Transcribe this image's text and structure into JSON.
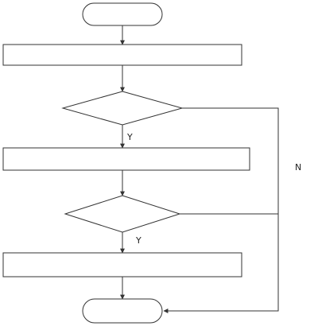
{
  "flowchart": {
    "nodes": [
      {
        "id": "start",
        "shape": "terminal",
        "label": ""
      },
      {
        "id": "step1",
        "shape": "process",
        "label": ""
      },
      {
        "id": "decision1",
        "shape": "decision",
        "label": ""
      },
      {
        "id": "step2",
        "shape": "process",
        "label": ""
      },
      {
        "id": "decision2",
        "shape": "decision",
        "label": ""
      },
      {
        "id": "step3",
        "shape": "process",
        "label": ""
      },
      {
        "id": "end",
        "shape": "terminal",
        "label": ""
      }
    ],
    "edges": [
      {
        "from": "start",
        "to": "step1",
        "label": ""
      },
      {
        "from": "step1",
        "to": "decision1",
        "label": ""
      },
      {
        "from": "decision1",
        "to": "step2",
        "label": "Y"
      },
      {
        "from": "step2",
        "to": "decision2",
        "label": ""
      },
      {
        "from": "decision2",
        "to": "step3",
        "label": "Y"
      },
      {
        "from": "step3",
        "to": "end",
        "label": ""
      },
      {
        "from": "decision1",
        "to": "end",
        "label": "N"
      },
      {
        "from": "decision2",
        "to": "end",
        "label": ""
      }
    ]
  }
}
